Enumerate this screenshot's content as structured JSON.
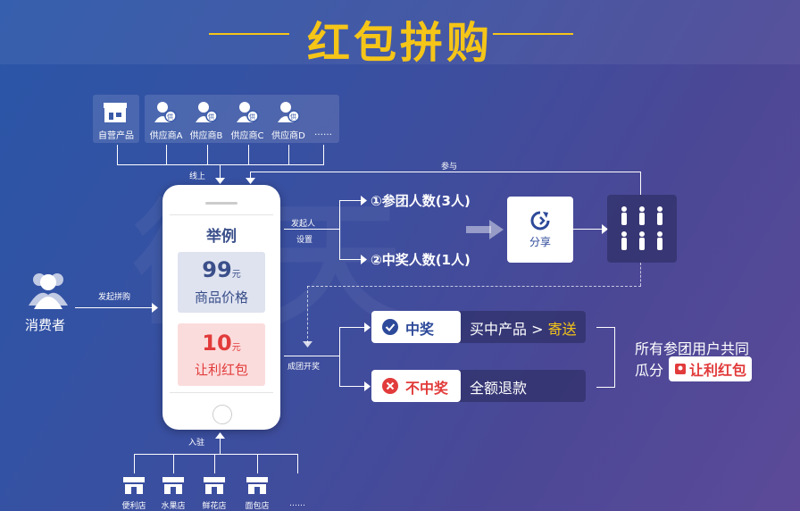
{
  "title": "红包拼购",
  "supply": {
    "self_product": "自营产品",
    "suppliers": [
      "供应商A",
      "供应商B",
      "供应商C",
      "供应商D"
    ],
    "more": "……",
    "online_label": "线上",
    "supplier_badge": "供"
  },
  "consumer": {
    "label": "消费者",
    "action": "发起拼购"
  },
  "phone": {
    "heading": "举例",
    "price_value": "99",
    "price_unit": "元",
    "price_label": "商品价格",
    "bonus_value": "10",
    "bonus_unit": "元",
    "bonus_label": "让利红包"
  },
  "initiator": {
    "line1": "发起人",
    "line2": "设置"
  },
  "participate": "参与",
  "steps": {
    "one": "①参团人数(3人)",
    "two": "②中奖人数(1人)"
  },
  "share": "分享",
  "group_open": "成团开奖",
  "results": {
    "win_label": "中奖",
    "win_detail_prefix": "买中产品 >",
    "win_detail_highlight": "寄送",
    "lose_label": "不中奖",
    "lose_detail": "全额退款"
  },
  "share_all": {
    "line1": "所有参团用户共同",
    "line2": "瓜分",
    "pill": "让利红包"
  },
  "stores": {
    "enter_label": "入驻",
    "items": [
      "便利店",
      "水果店",
      "鲜花店",
      "面包店"
    ],
    "more": "……"
  },
  "colors": {
    "accent": "#f5c518",
    "red": "#e23b3b",
    "navy": "#2d4a9a"
  }
}
